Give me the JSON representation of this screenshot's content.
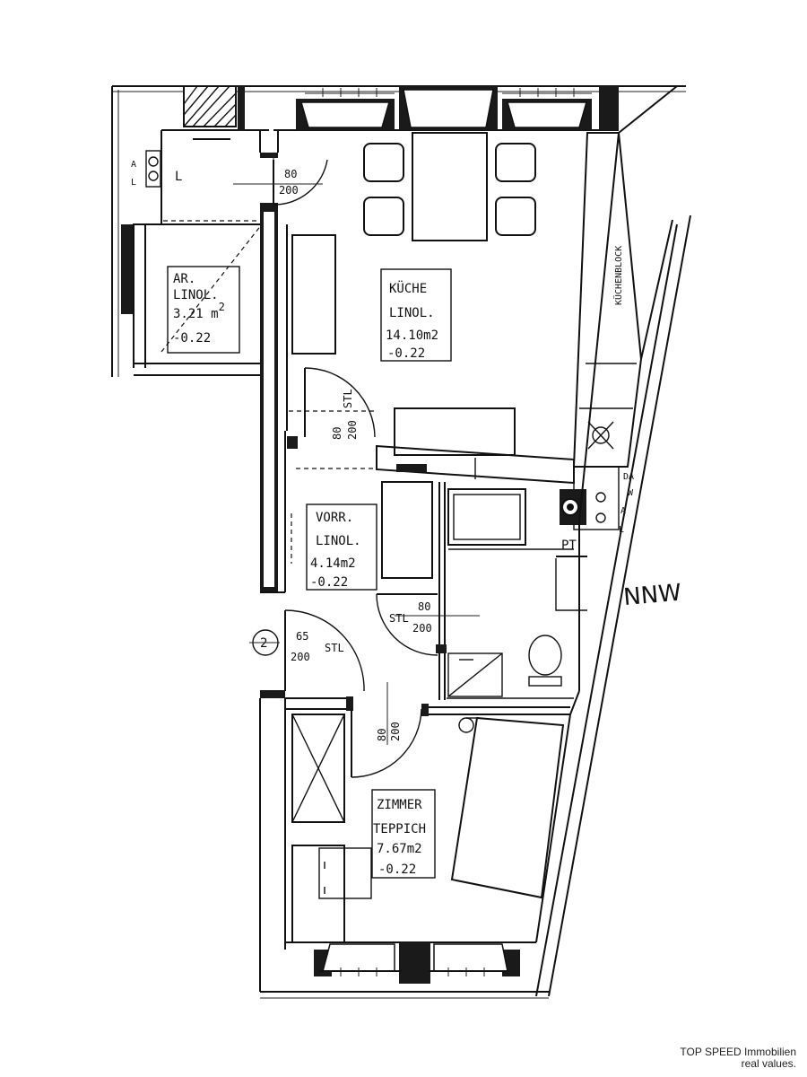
{
  "rooms": {
    "kueche": {
      "name": "KÜCHE",
      "floor": "LINOL.",
      "area": "14.10m2",
      "level": "-0.22",
      "block": "KÜCHENBLOCK"
    },
    "abstell": {
      "name": "AR.",
      "floor": "LINOL.",
      "area": "3.21 m",
      "area_sup": "2",
      "level": "-0.22"
    },
    "vorraum": {
      "name": "VORR.",
      "floor": "LINOL.",
      "area": "4.14m2",
      "level": "-0.22"
    },
    "zimmer": {
      "name": "ZIMMER",
      "floor": "TEPPICH",
      "area": "7.67m2",
      "level": "-0.22"
    }
  },
  "doors": {
    "d1": {
      "w": "80",
      "h": "200"
    },
    "d2": {
      "w": "80",
      "h": "200",
      "tag": "STL"
    },
    "d3": {
      "w": "80",
      "h": "200",
      "tag": "STL"
    },
    "d4": {
      "w": "65",
      "h": "200",
      "tag": "STL"
    },
    "d5": {
      "w": "80",
      "h": "200"
    }
  },
  "marks": {
    "axis": "2",
    "shaft_left": [
      "A",
      "L"
    ],
    "shaft_right": [
      "DA",
      "W",
      "A",
      "L"
    ],
    "shaft_left_label": "L",
    "pt": "PT",
    "handwritten": "NNW"
  },
  "footer": {
    "line1": "TOP SPEED Immobilien",
    "line2": "real values."
  }
}
